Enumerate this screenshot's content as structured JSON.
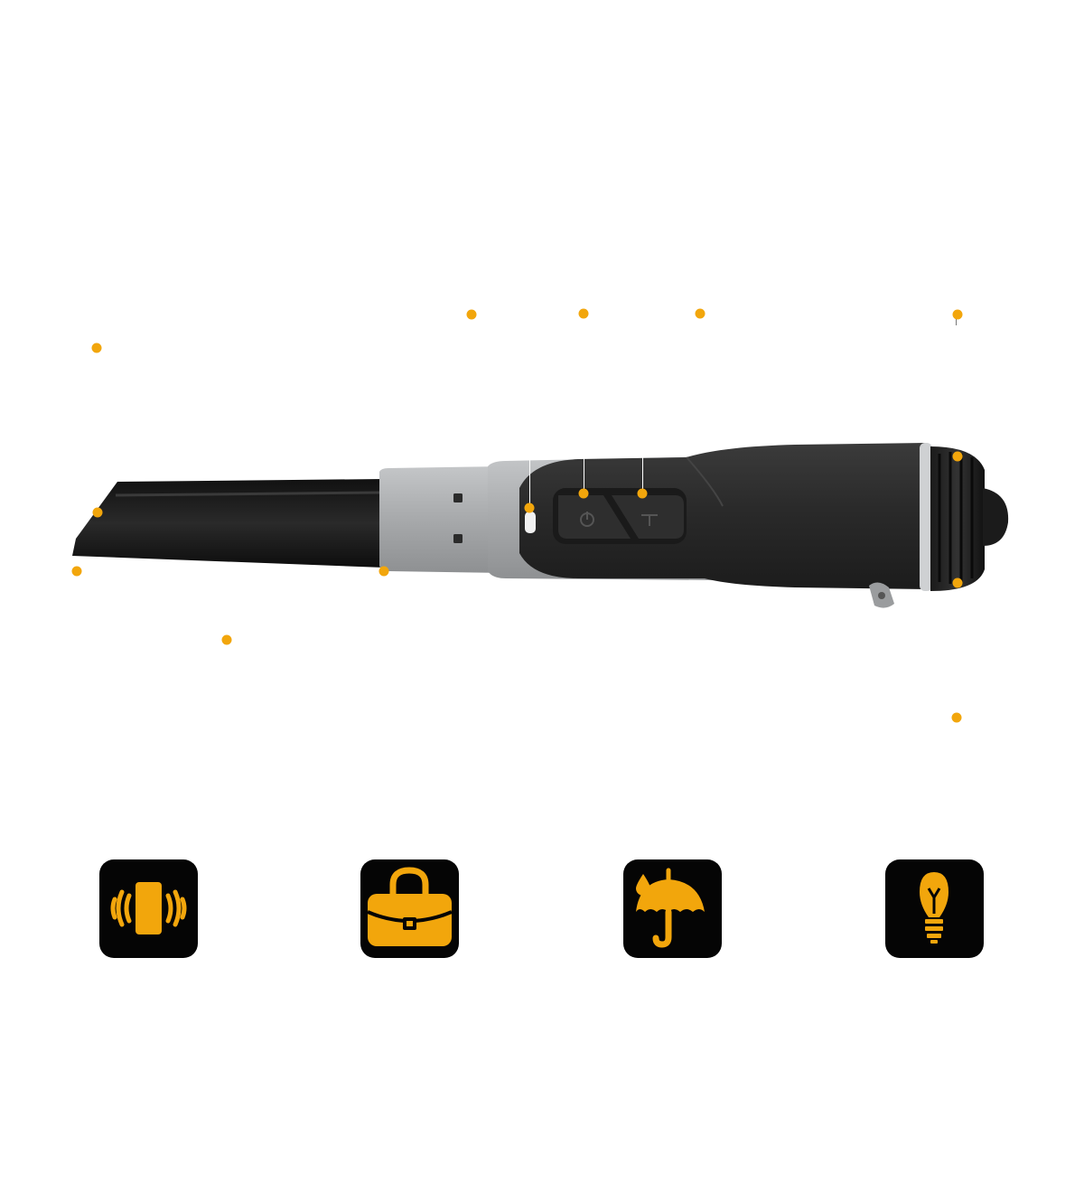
{
  "colors": {
    "accent": "#f2a60c",
    "icon_bg": "#050505",
    "tool_black": "#2b2b2b",
    "tool_grey": "#a9abad"
  },
  "product": {
    "icon": "pinpointer-detector-image"
  },
  "hotspots": [
    {
      "name": "hotspot-top-1"
    },
    {
      "name": "hotspot-top-2"
    },
    {
      "name": "hotspot-top-3"
    },
    {
      "name": "hotspot-top-4"
    },
    {
      "name": "hotspot-left-upper"
    },
    {
      "name": "hotspot-tip"
    },
    {
      "name": "hotspot-tip-bottom"
    },
    {
      "name": "hotspot-collar"
    },
    {
      "name": "hotspot-led"
    },
    {
      "name": "hotspot-power-button"
    },
    {
      "name": "hotspot-tune-button"
    },
    {
      "name": "hotspot-cap"
    },
    {
      "name": "hotspot-cap-bottom"
    },
    {
      "name": "hotspot-bottom-left"
    },
    {
      "name": "hotspot-bottom-right"
    }
  ],
  "features": [
    {
      "icon": "vibration-icon"
    },
    {
      "icon": "briefcase-icon"
    },
    {
      "icon": "waterproof-umbrella-icon"
    },
    {
      "icon": "light-bulb-icon"
    }
  ]
}
